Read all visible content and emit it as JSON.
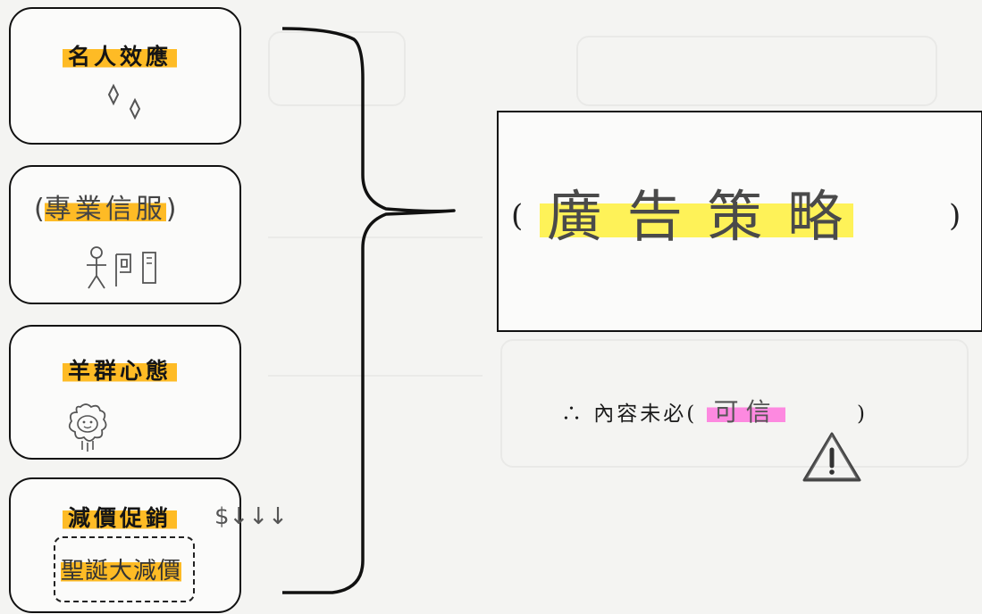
{
  "factors": [
    {
      "label": "名人效應",
      "sketch": "sparkle-icon"
    },
    {
      "label": "專業信服",
      "sketch": "expert-figure-icon"
    },
    {
      "label": "羊群心態",
      "sketch": "sheep-icon"
    },
    {
      "label": "減價促銷",
      "sketch": "price-tag-icon",
      "note": "$↓↓↓",
      "inner_label": "聖誕大減價"
    }
  ],
  "strategy": {
    "open_paren": "(",
    "close_paren": ")",
    "answer": "廣 告 策 略"
  },
  "conclusion": {
    "prefix": "∴ 內容未必(",
    "answer": "可信",
    "suffix": ")"
  },
  "colors": {
    "orange_highlight": "#ffb000",
    "yellow_highlight": "#fff03c",
    "pink_highlight": "#ff6edc"
  },
  "icons": [
    "sparkle-icon",
    "expert-figure-icon",
    "sheep-icon",
    "warning-triangle-icon",
    "curly-brace-icon"
  ]
}
